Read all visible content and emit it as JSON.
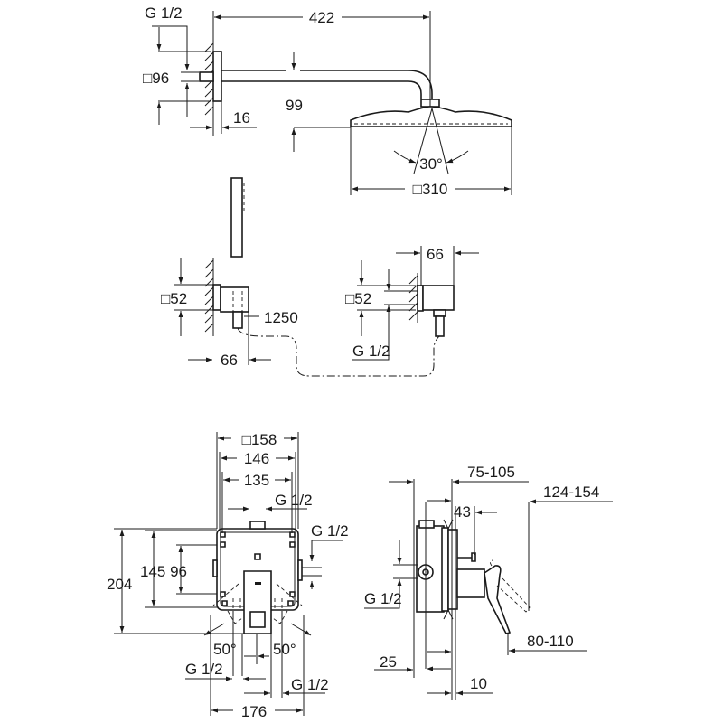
{
  "drawing": {
    "line_color": "#1a1a1a",
    "background": "#ffffff",
    "head_shower": {
      "thread": "G 1/2",
      "flange_size": "□96",
      "arm_projection": "422",
      "flange_depth": "16",
      "drop": "99",
      "spray_angle": "30°",
      "head_size": "□310"
    },
    "hand_shower": {
      "holder_size": "□52",
      "hose_length": "1250",
      "holder_projection": "66"
    },
    "wall_outlet": {
      "projection": "66",
      "size": "□52",
      "thread": "G 1/2"
    },
    "valve_front": {
      "box_size": "□158",
      "width_146": "146",
      "width_135": "135",
      "top_thread": "G 1/2",
      "side_thread": "G 1/2",
      "height_204": "204",
      "height_145_96": "145 96",
      "angle_left": "50°",
      "angle_right": "50°",
      "bottom_left_thread": "G 1/2",
      "bottom_right_thread": "G 1/2",
      "width_176": "176"
    },
    "valve_side": {
      "depth_range_1": "75-105",
      "depth_range_2": "124-154",
      "depth_43": "43",
      "thread": "G 1/2",
      "depth_25": "25",
      "lever_range": "80-110",
      "depth_10": "10"
    }
  }
}
